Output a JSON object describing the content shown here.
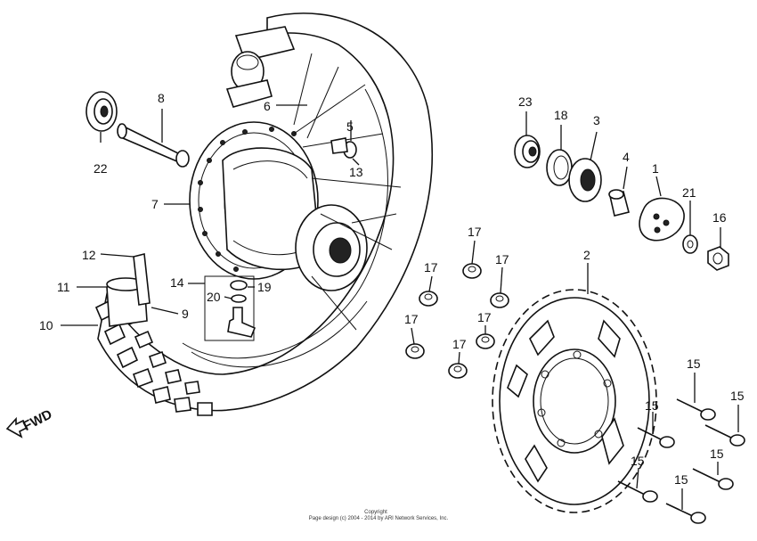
{
  "callouts": {
    "c1": "1",
    "c2": "2",
    "c3": "3",
    "c4": "4",
    "c5": "5",
    "c6": "6",
    "c7": "7",
    "c8": "8",
    "c9": "9",
    "c10": "10",
    "c11": "11",
    "c12": "12",
    "c13": "13",
    "c14": "14",
    "c16": "16",
    "c17": "17",
    "c18": "18",
    "c19": "19",
    "c20": "20",
    "c21": "21",
    "c22": "22",
    "c23": "23",
    "c15": "15"
  },
  "fwd_label": "FWD",
  "copyright": {
    "line1": "Copyright",
    "line2": "Page design (c) 2004 - 2014 by ARI Network Services, Inc."
  }
}
